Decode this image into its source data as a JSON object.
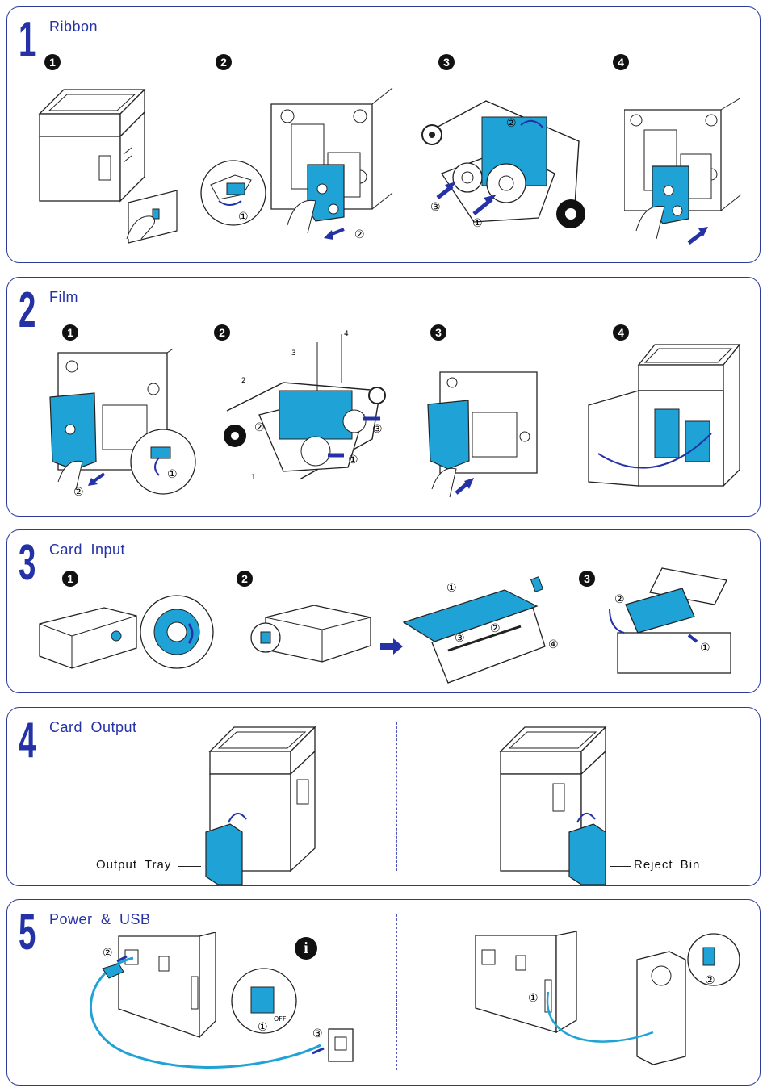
{
  "sections": [
    {
      "number": "1",
      "title": "Ribbon",
      "steps": [
        "1",
        "2",
        "3",
        "4"
      ]
    },
    {
      "number": "2",
      "title": "Film",
      "steps": [
        "1",
        "2",
        "3",
        "4"
      ]
    },
    {
      "number": "3",
      "title": "Card  Input",
      "steps": [
        "1",
        "2",
        "3"
      ]
    },
    {
      "number": "4",
      "title": "Card  Output",
      "labels": {
        "output_tray": "Output  Tray",
        "reject_bin": "Reject  Bin"
      }
    },
    {
      "number": "5",
      "title": "Power & USB",
      "off": "OFF",
      "info": "i"
    }
  ],
  "callouts": {
    "c1": "①",
    "c2": "②",
    "c3": "③",
    "c4": "④",
    "n1": "1",
    "n2": "2",
    "n3": "3",
    "n4": "4"
  },
  "colors": {
    "accent": "#2432a6",
    "part": "#1fa3d6",
    "line": "#222222"
  }
}
